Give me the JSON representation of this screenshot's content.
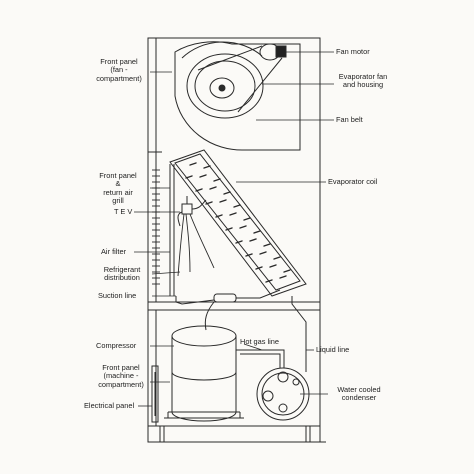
{
  "labels": {
    "front_panel_fan": "Front panel\n(fan -\ncompartment)",
    "fan_motor": "Fan motor",
    "evaporator_fan": "Evaporator fan\nand housing",
    "fan_belt": "Fan belt",
    "front_panel_return": "Front panel\n&\nreturn air\ngrill",
    "evaporator_coil": "Evaporator coil",
    "tev": "T E V",
    "air_filter": "Air filter",
    "refrigerant_distribution": "Refrigerant\ndistribution",
    "suction_line": "Suction line",
    "compressor": "Compressor",
    "hot_gas_line": "Hot gas line",
    "liquid_line": "Liquid line",
    "front_panel_machine": "Front panel\n(machine -\ncompartment)",
    "water_cooled_condenser": "Water cooled\ncondenser",
    "electrical_panel": "Electrical panel"
  },
  "colors": {
    "line": "#2a2a2a",
    "paper": "#fbfaf7"
  }
}
